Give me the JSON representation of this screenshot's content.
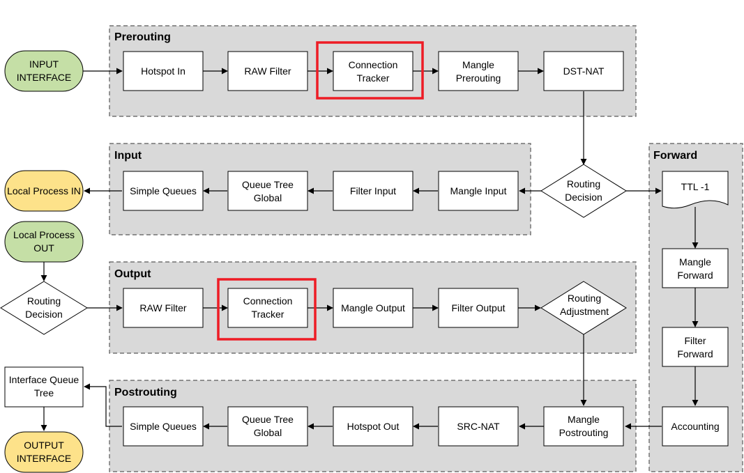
{
  "groups": {
    "prerouting": "Prerouting",
    "input": "Input",
    "forward": "Forward",
    "output": "Output",
    "postrouting": "Postrouting"
  },
  "terminals": {
    "input_interface": [
      "INPUT",
      "INTERFACE"
    ],
    "local_process_in": [
      "Local Process IN"
    ],
    "local_process_out": [
      "Local Process",
      "OUT"
    ],
    "output_interface": [
      "OUTPUT",
      "INTERFACE"
    ]
  },
  "prerouting": {
    "hotspot_in": [
      "Hotspot In"
    ],
    "raw_filter": [
      "RAW Filter"
    ],
    "connection_tracker": [
      "Connection",
      "Tracker"
    ],
    "mangle_prerouting": [
      "Mangle",
      "Prerouting"
    ],
    "dst_nat": [
      "DST-NAT"
    ]
  },
  "input": {
    "simple_queues": [
      "Simple Queues"
    ],
    "queue_tree_global": [
      "Queue Tree",
      "Global"
    ],
    "filter_input": [
      "Filter Input"
    ],
    "mangle_input": [
      "Mangle Input"
    ]
  },
  "routing": {
    "decision_main": [
      "Routing",
      "Decision"
    ],
    "decision_out": [
      "Routing",
      "Decision"
    ],
    "adjustment": [
      "Routing",
      "Adjustment"
    ]
  },
  "forward": {
    "ttl": [
      "TTL -1"
    ],
    "mangle_forward": [
      "Mangle",
      "Forward"
    ],
    "filter_forward": [
      "Filter",
      "Forward"
    ],
    "accounting": [
      "Accounting"
    ]
  },
  "output": {
    "raw_filter": [
      "RAW Filter"
    ],
    "connection_tracker": [
      "Connection",
      "Tracker"
    ],
    "mangle_output": [
      "Mangle Output"
    ],
    "filter_output": [
      "Filter Output"
    ]
  },
  "postrouting": {
    "simple_queues": [
      "Simple Queues"
    ],
    "queue_tree_global": [
      "Queue Tree",
      "Global"
    ],
    "hotspot_out": [
      "Hotspot Out"
    ],
    "src_nat": [
      "SRC-NAT"
    ],
    "mangle_postrouting": [
      "Mangle",
      "Postrouting"
    ]
  },
  "interface_queue_tree": [
    "Interface Queue",
    "Tree"
  ],
  "colors": {
    "group_fill": "#d9d9d9",
    "terminal_green": "#c5dfa6",
    "terminal_yellow": "#fde28a",
    "highlight": "#ee1c25"
  }
}
